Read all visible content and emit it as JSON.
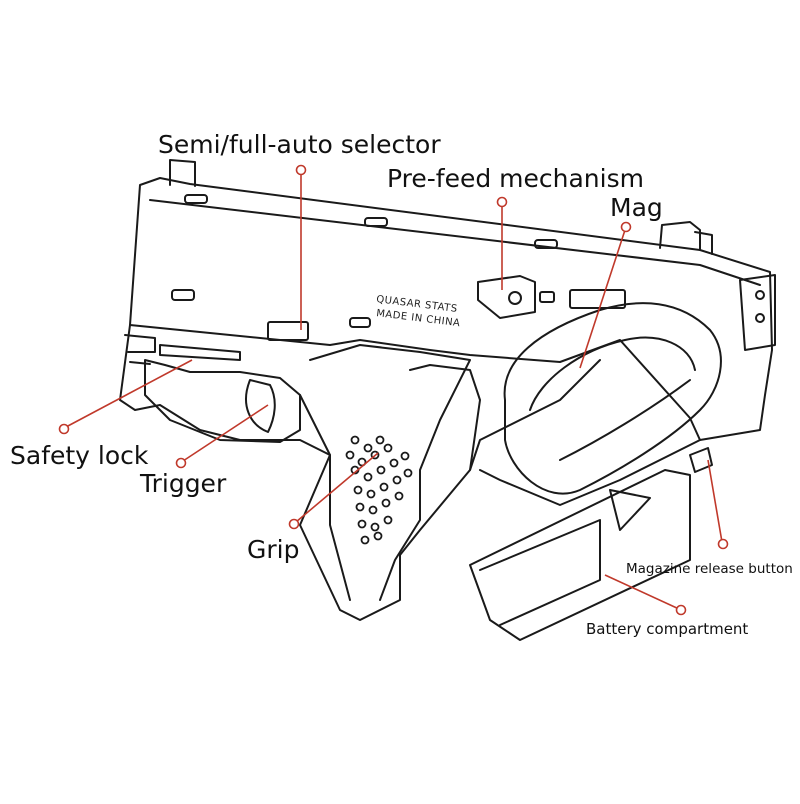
{
  "diagram": {
    "callout_color": "#c0392b",
    "line_color": "#1a1a1a",
    "engraving": [
      "QUASAR STATS",
      "MADE IN CHINA"
    ],
    "labels": {
      "selector": "Semi/full-auto selector",
      "prefeed": "Pre-feed mechanism",
      "mag": "Mag",
      "safety": "Safety lock",
      "trigger": "Trigger",
      "grip": "Grip",
      "release": "Magazine release button",
      "battery": "Battery compartment"
    }
  }
}
